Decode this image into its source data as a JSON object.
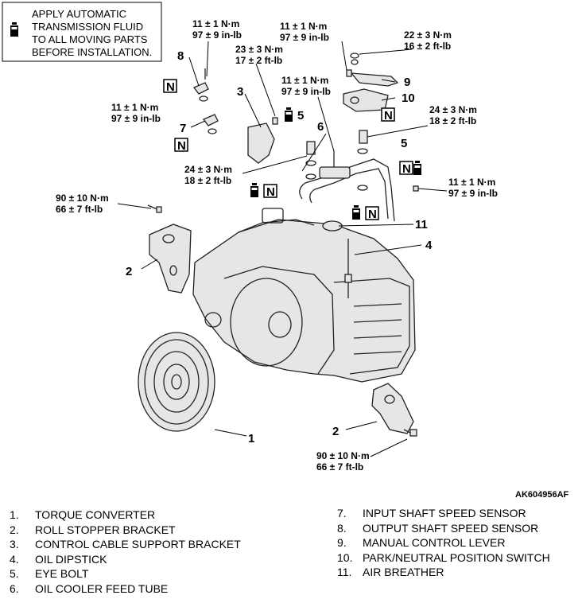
{
  "note": {
    "lines": [
      "APPLY AUTOMATIC",
      "TRANSMISSION FLUID",
      "TO ALL MOVING PARTS",
      "BEFORE INSTALLATION."
    ]
  },
  "badge_letter": "N",
  "figure_code": "AK604956AF",
  "callout_numbers": {
    "n1": "1",
    "n2a": "2",
    "n2b": "2",
    "n3": "3",
    "n4": "4",
    "n5a": "5",
    "n5b": "5",
    "n6": "6",
    "n7": "7",
    "n8": "8",
    "n9": "9",
    "n10": "10",
    "n11": "11"
  },
  "torques": {
    "t8": {
      "nm": "11 ± 1 N·m",
      "imp": "97 ± 9 in-lb"
    },
    "t3": {
      "nm": "23 ± 3 N·m",
      "imp": "17 ± 2 ft-lb"
    },
    "t9": {
      "nm": "11 ± 1 N·m",
      "imp": "97 ± 9 in-lb"
    },
    "t10a": {
      "nm": "22 ± 3 N·m",
      "imp": "16 ± 2 ft-lb"
    },
    "t6": {
      "nm": "11 ± 1 N·m",
      "imp": "97 ± 9 in-lb"
    },
    "t7": {
      "nm": "11 ± 1 N·m",
      "imp": "97 ± 9 in-lb"
    },
    "t5r": {
      "nm": "24 ± 3 N·m",
      "imp": "18 ± 2 ft-lb"
    },
    "t5l": {
      "nm": "24 ± 3 N·m",
      "imp": "18 ± 2 ft-lb"
    },
    "tr": {
      "nm": "11 ± 1 N·m",
      "imp": "97 ± 9 in-lb"
    },
    "t2a": {
      "nm": "90 ± 10 N·m",
      "imp": "66 ± 7 ft-lb"
    },
    "t2b": {
      "nm": "90 ± 10 N·m",
      "imp": "66 ± 7 ft-lb"
    }
  },
  "legend": {
    "left": [
      {
        "n": "1.",
        "label": "TORQUE CONVERTER"
      },
      {
        "n": "2.",
        "label": "ROLL STOPPER BRACKET"
      },
      {
        "n": "3.",
        "label": "CONTROL CABLE SUPPORT BRACKET"
      },
      {
        "n": "4.",
        "label": "OIL DIPSTICK"
      },
      {
        "n": "5.",
        "label": "EYE BOLT"
      },
      {
        "n": "6.",
        "label": "OIL COOLER FEED TUBE"
      }
    ],
    "right": [
      {
        "n": "7.",
        "label": "INPUT SHAFT SPEED SENSOR"
      },
      {
        "n": "8.",
        "label": "OUTPUT SHAFT SPEED SENSOR"
      },
      {
        "n": "9.",
        "label": "MANUAL CONTROL LEVER"
      },
      {
        "n": "10.",
        "label": "PARK/NEUTRAL POSITION SWITCH"
      },
      {
        "n": "11.",
        "label": "AIR BREATHER"
      }
    ]
  }
}
